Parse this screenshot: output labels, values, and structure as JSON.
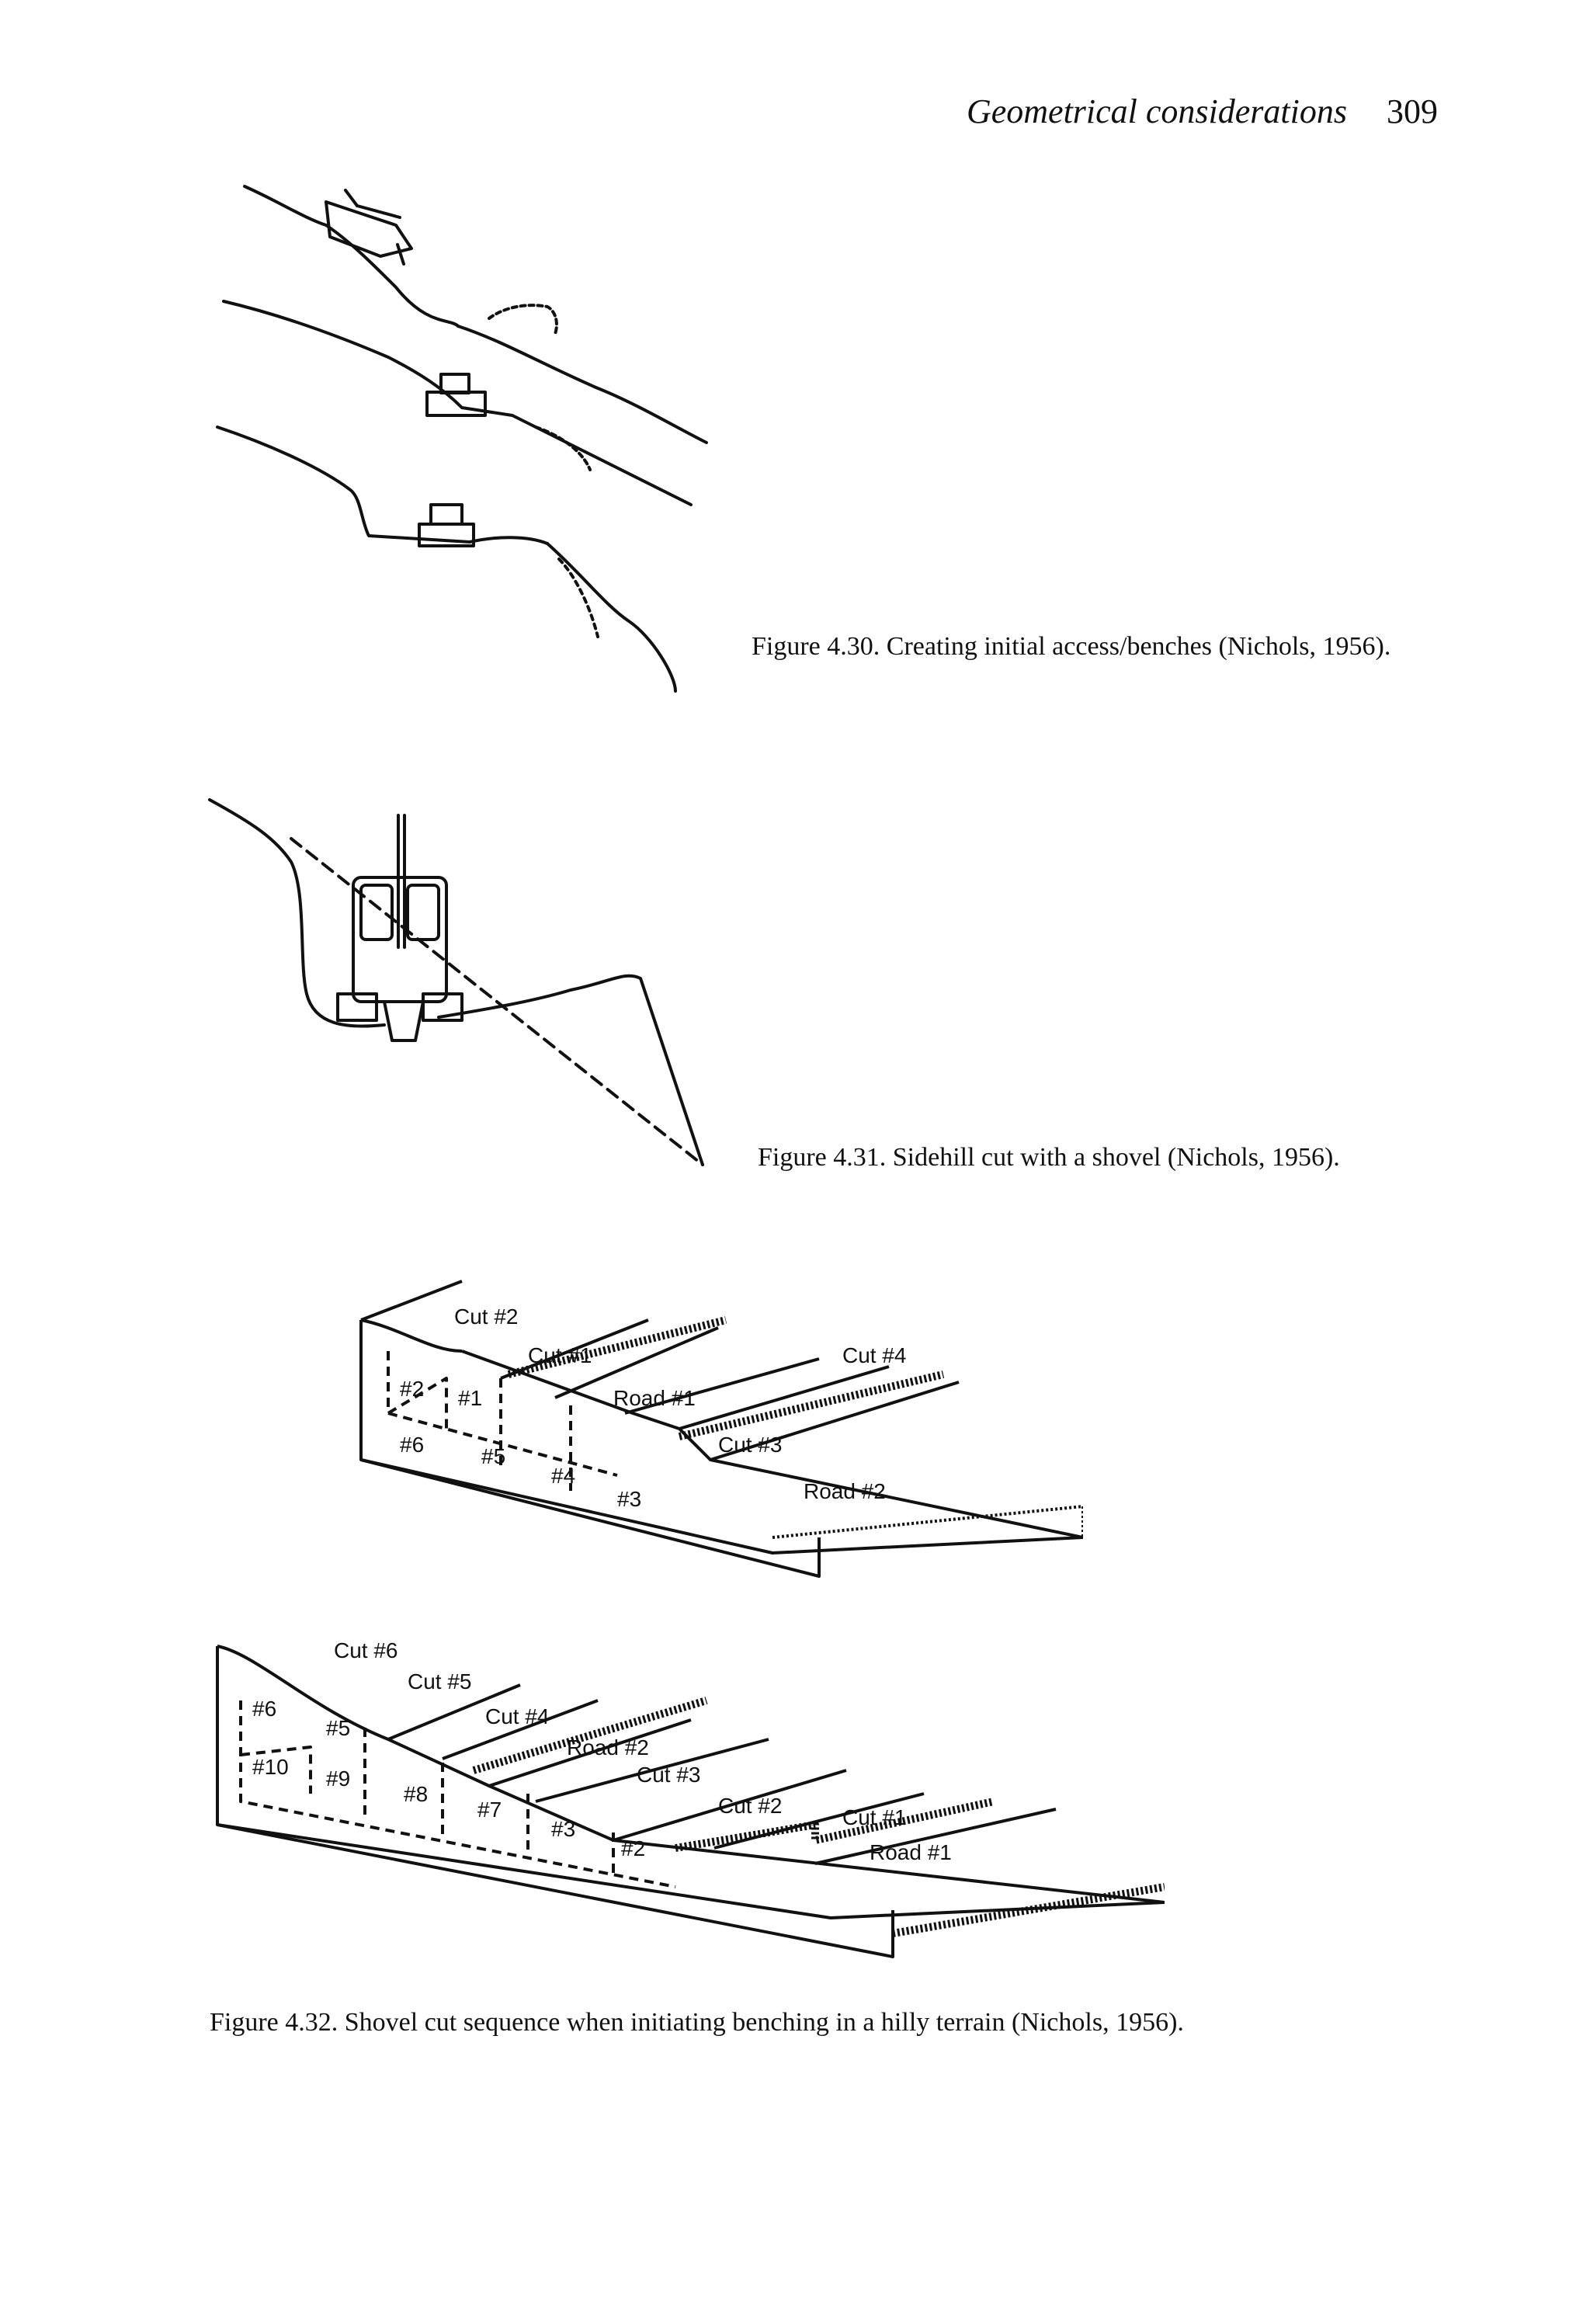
{
  "header": {
    "title": "Geometrical considerations",
    "page_number": "309"
  },
  "figures": {
    "fig_4_30": {
      "caption": "Figure 4.30. Creating initial access/benches (Nichols, 1956)."
    },
    "fig_4_31": {
      "caption": "Figure 4.31.  Sidehill cut with a shovel (Nichols, 1956)."
    },
    "fig_4_32": {
      "caption": "Figure 4.32.  Shovel cut sequence when initiating benching in a hilly terrain (Nichols, 1956).",
      "upper_labels": {
        "cut2": "Cut #2",
        "cut1": "Cut #1",
        "cut4": "Cut #4",
        "cut3": "Cut #3",
        "road1": "Road #1",
        "road2": "Road #2",
        "b2": "#2",
        "b1": "#1",
        "b6": "#6",
        "b5": "#5",
        "b4": "#4",
        "b3": "#3"
      },
      "lower_labels": {
        "cut6": "Cut #6",
        "cut5": "Cut #5",
        "cut4": "Cut #4",
        "cut3": "Cut #3",
        "cut2": "Cut #2",
        "cut1": "Cut #1",
        "road2": "Road #2",
        "road1": "Road #1",
        "b6": "#6",
        "b5": "#5",
        "b10": "#10",
        "b9": "#9",
        "b8": "#8",
        "b7": "#7",
        "b3": "#3",
        "b2": "#2"
      }
    }
  }
}
